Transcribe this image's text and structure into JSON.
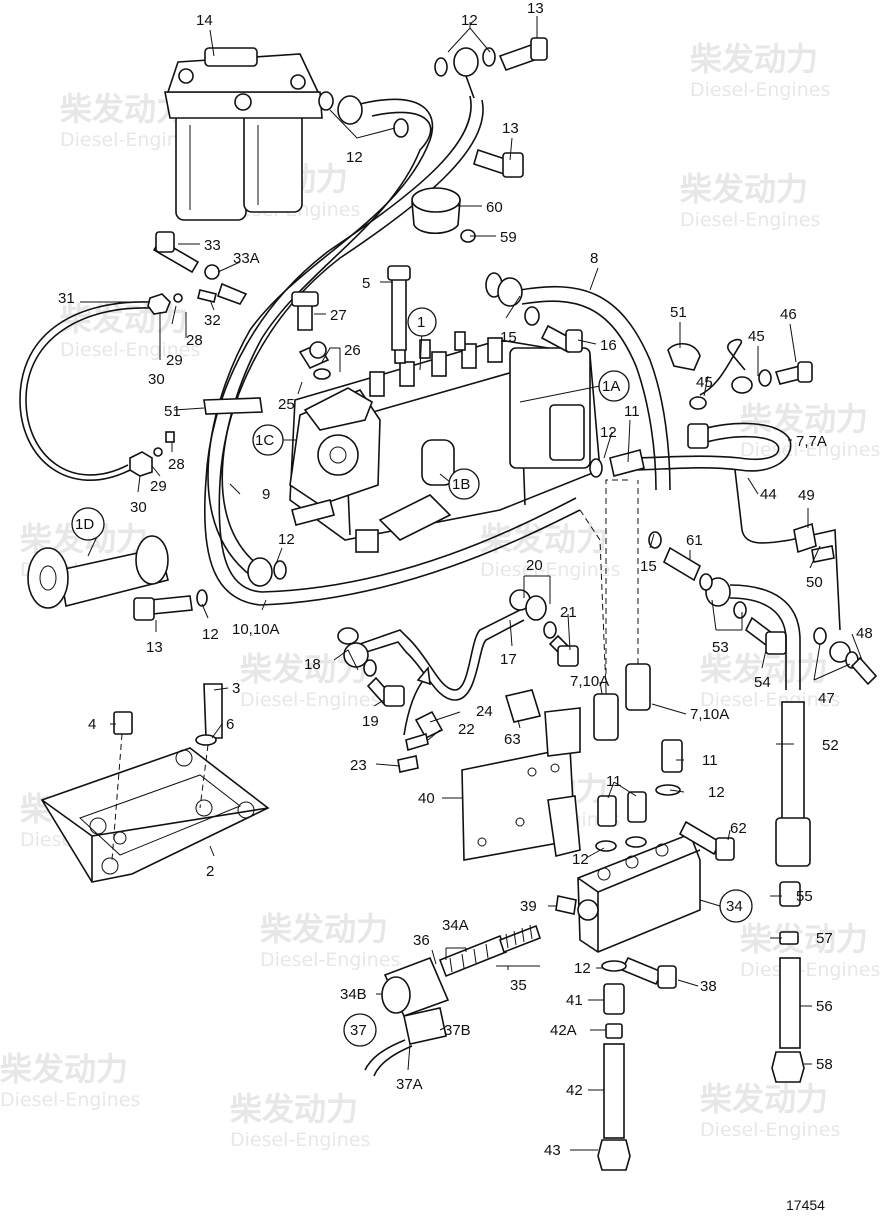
{
  "drawing_number": "17454",
  "watermark": {
    "cn": "柴发动力",
    "en": "Diesel-Engines"
  },
  "callouts": {
    "c14": "14",
    "c12a": "12",
    "c13a": "13",
    "c12b": "12",
    "c13b": "13",
    "c60": "60",
    "c59": "59",
    "c33": "33",
    "c33A": "33A",
    "c8": "8",
    "c31": "31",
    "c32": "32",
    "c5": "5",
    "c27": "27",
    "c1": "1",
    "c51a": "51",
    "c46": "46",
    "c45a": "45",
    "c15a": "15",
    "c16": "16",
    "c26": "26",
    "c45b": "45",
    "c28a": "28",
    "c29a": "29",
    "c30a": "30",
    "c25": "25",
    "c1A": "1A",
    "c51b": "51",
    "c11a": "11",
    "c7_7A": "7,7A",
    "c1C": "1C",
    "c12c": "12",
    "c28b": "28",
    "c29b": "29",
    "c30b": "30",
    "c1B": "1B",
    "c44": "44",
    "c49": "49",
    "c9": "9",
    "c1D": "1D",
    "c12d": "12",
    "c15b": "15",
    "c61": "61",
    "c50": "50",
    "c20": "20",
    "c21": "21",
    "c13c": "13",
    "c12e": "12",
    "c10_10A": "10,10A",
    "c48": "48",
    "c53": "53",
    "c17": "17",
    "c18": "18",
    "c7_10A_a": "7,10A",
    "c54": "54",
    "c47": "47",
    "c3": "3",
    "c19": "19",
    "c4": "4",
    "c6": "6",
    "c24": "24",
    "c22": "22",
    "c63": "63",
    "c7_10A_b": "7,10A",
    "c52": "52",
    "c23": "23",
    "c11b": "11",
    "c40": "40",
    "c11c": "11",
    "c12f": "12",
    "c62": "62",
    "c12g": "12",
    "c2": "2",
    "c55": "55",
    "c39": "39",
    "c34": "34",
    "c36": "36",
    "c34A": "34A",
    "c57": "57",
    "c12h": "12",
    "c35": "35",
    "c34B": "34B",
    "c38": "38",
    "c41": "41",
    "c56": "56",
    "c37": "37",
    "c37B": "37B",
    "c42A": "42A",
    "c37A": "37A",
    "c58": "58",
    "c42": "42",
    "c43": "43"
  }
}
